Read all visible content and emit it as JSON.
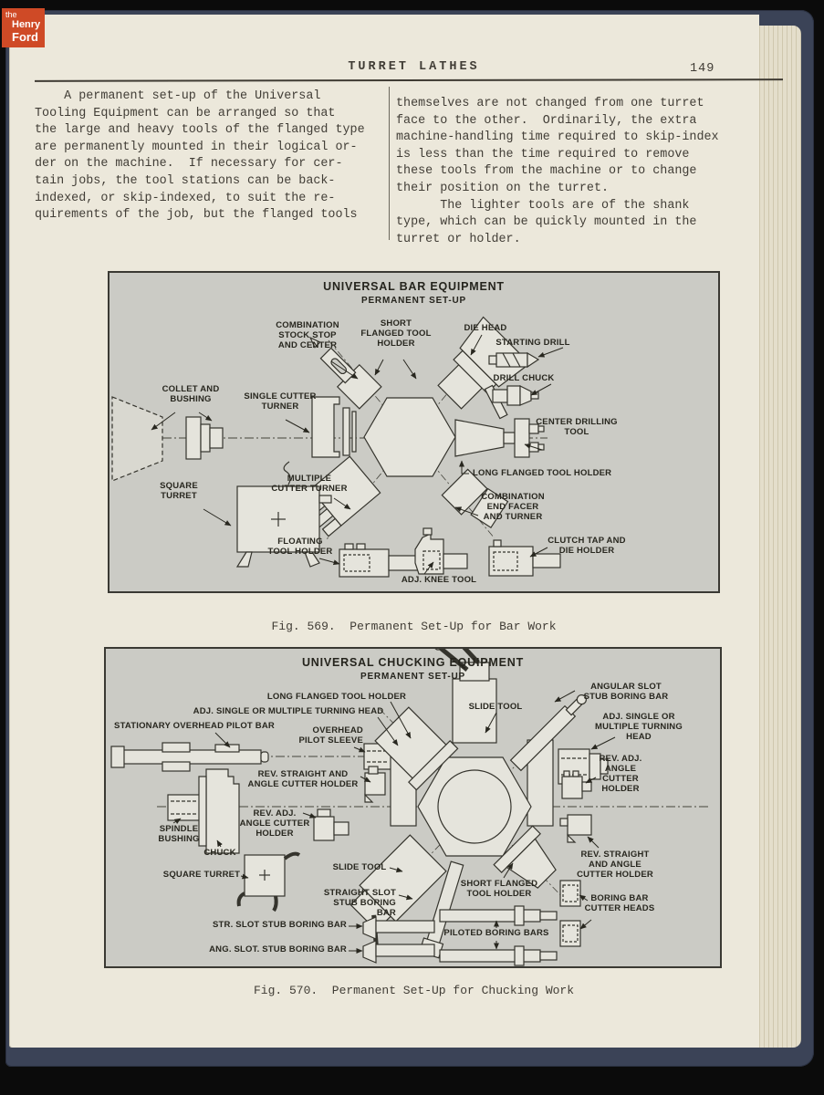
{
  "colors": {
    "page_bg": "#ece8db",
    "figure_bg": "#cbcbc5",
    "cover_navy": "#3b4357",
    "logo_orange": "#cf4a26",
    "ink": "#413d36"
  },
  "logo": {
    "the": "the",
    "henry": "Henry",
    "ford": "Ford"
  },
  "header": {
    "title": "TURRET LATHES",
    "page_number": "149"
  },
  "body": {
    "left_column": "    A permanent set-up of the Universal\nTooling Equipment can be arranged so that\nthe large and heavy tools of the flanged type\nare permanently mounted in their logical or-\nder on the machine.  If necessary for cer-\ntain jobs, the tool stations can be back-\nindexed, or skip-indexed, to suit the re-\nquirements of the job, but the flanged tools",
    "right_column": "themselves are not changed from one turret\nface to the other.  Ordinarily, the extra\nmachine-handling time required to skip-index\nis less than the time required to remove\nthese tools from the machine or to change\ntheir position on the turret.\n      The lighter tools are of the shank\ntype, which can be quickly mounted in the\nturret or holder."
  },
  "fig569": {
    "title": "UNIVERSAL BAR EQUIPMENT",
    "subtitle": "PERMANENT SET-UP",
    "caption": "Fig. 569.  Permanent Set-Up for Bar Work",
    "labels": {
      "combination_stock_stop": "COMBINATION\nSTOCK STOP\nAND CENTER",
      "short_flanged": "SHORT\nFLANGED TOOL\nHOLDER",
      "die_head": "DIE HEAD",
      "starting_drill": "STARTING DRILL",
      "drill_chuck": "DRILL CHUCK",
      "collet_bushing": "COLLET AND\nBUSHING",
      "single_cutter_turner": "SINGLE CUTTER\nTURNER",
      "center_drilling_tool": "CENTER DRILLING\nTOOL",
      "long_flanged": "LONG FLANGED TOOL HOLDER",
      "multiple_cutter_turner": "MULTIPLE\nCUTTER TURNER",
      "square_turret": "SQUARE\nTURRET",
      "combination_end_facer": "COMBINATION\nEND FACER\nAND TURNER",
      "floating_tool_holder": "FLOATING\nTOOL HOLDER",
      "clutch_tap": "CLUTCH TAP AND\nDIE HOLDER",
      "adj_knee_tool": "ADJ. KNEE TOOL"
    }
  },
  "fig570": {
    "title": "UNIVERSAL CHUCKING EQUIPMENT",
    "subtitle": "PERMANENT SET-UP",
    "caption": "Fig. 570.  Permanent Set-Up for Chucking Work",
    "labels": {
      "angular_slot": "ANGULAR SLOT\nSTUB BORING BAR",
      "long_flanged": "LONG FLANGED TOOL HOLDER",
      "slide_tool_top": "SLIDE TOOL",
      "adj_single_left": "ADJ. SINGLE OR MULTIPLE TURNING HEAD",
      "adj_single_right": "ADJ. SINGLE OR\nMULTIPLE TURNING HEAD",
      "stationary_pilot_bar": "STATIONARY OVERHEAD PILOT BAR",
      "overhead_pilot_sleeve": "OVERHEAD\nPILOT SLEEVE",
      "rev_straight_top": "REV. STRAIGHT AND\nANGLE CUTTER HOLDER",
      "rev_adj_right": "REV. ADJ.\nANGLE\nCUTTER\nHOLDER",
      "rev_adj_left": "REV. ADJ.\nANGLE CUTTER\nHOLDER",
      "spindle_bushing": "SPINDLE\nBUSHING",
      "chuck": "CHUCK",
      "square_turret": "SQUARE TURRET",
      "slide_tool_bottom": "SLIDE TOOL",
      "short_flanged": "SHORT FLANGED\nTOOL HOLDER",
      "rev_straight_right": "REV. STRAIGHT\nAND ANGLE\nCUTTER HOLDER",
      "straight_slot": "STRAIGHT SLOT\nSTUB BORING BAR",
      "str_slot": "STR. SLOT STUB BORING BAR",
      "ang_slot": "ANG. SLOT. STUB BORING BAR",
      "piloted_boring_bars": "PILOTED BORING BARS",
      "boring_bar_cutter_heads": "BORING BAR\nCUTTER HEADS"
    }
  }
}
